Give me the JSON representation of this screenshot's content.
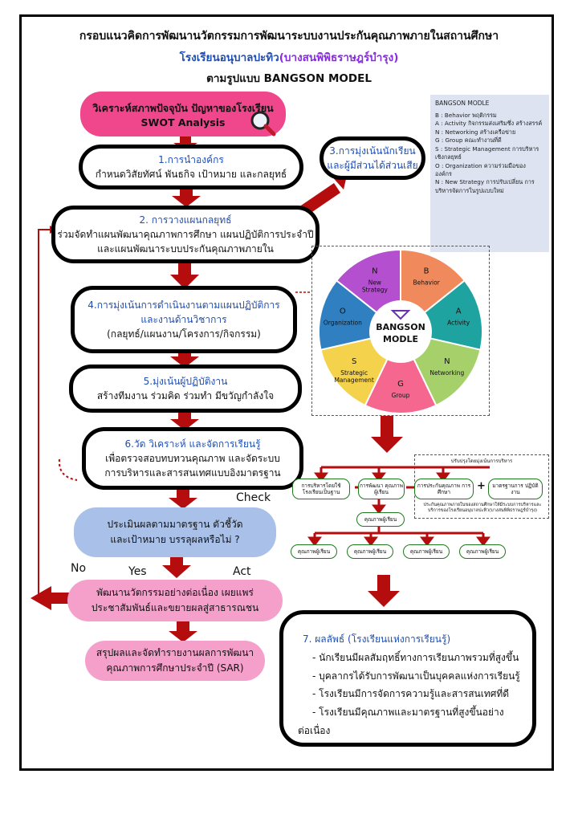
{
  "header": {
    "title": "กรอบแนวคิดการพัฒนานวัตกรรมการพัฒนาระบบงานประกันคุณภาพภายในสถานศึกษา",
    "school": "โรงเรียนอนุบาลปะทิว",
    "school_sub": "(บางสนพิพิธราษฎร์บำรุง)",
    "model_line": "ตามรูปแบบ BANGSON MODEL"
  },
  "swot": {
    "line1": "วิเคราะห์สภาพปัจจุบัน ปัญหาของโรงเรียน",
    "line2": "SWOT Analysis",
    "icon": "magnifier-icon"
  },
  "steps": {
    "s1": {
      "title": "1.การนำองค์กร",
      "body": "กำหนดวิสัยทัศน์ พันธกิจ เป้าหมาย และกลยุทธ์"
    },
    "s2": {
      "title": "2. การวางแผนกลยุทธ์",
      "body1": "ร่วมจัดทำแผนพัฒนาคุณภาพการศึกษา แผนปฏิบัติการประจำปี",
      "body2": "และแผนพัฒนาระบบประกันคุณภาพภายใน"
    },
    "s3": {
      "line1": "3.การมุ่งเน้นนักเรียน",
      "line2": "และผู้มีส่วนได้ส่วนเสีย"
    },
    "s4": {
      "line1": "4.การมุ่งเน้นการดำเนินงานตามแผนปฏิบัติการ",
      "line2": "และงานด้านวิชาการ",
      "line3": "(กลยุทธ์/แผนงาน/โครงการ/กิจกรรม)"
    },
    "s5": {
      "title": "5.มุ่งเน้นผู้ปฏิบัติงาน",
      "body": "สร้างทีมงาน ร่วมคิด ร่วมทำ มีขวัญกำลังใจ"
    },
    "s6": {
      "title": "6.วัด วิเคราะห์ และจัดการเรียนรู้",
      "body1": "เพื่อตรวจสอบทบทวนคุณภาพ และจัดระบบ",
      "body2": "การบริหารและสารสนเทศแบบอิงมาตรฐาน"
    }
  },
  "legend": {
    "title": "BANGSON MODLE",
    "items": [
      "B : Behavior พฤติกรรม",
      "A : Activity กิจกรรมส่งเสริมซึ่ง สร้างสรรค์",
      "N : Networking สร้างเครือข่าย",
      "G : Group คณะทำงานที่ดี",
      "S : Strategic Management การบริหารเชิงกลยุทธ์",
      "O : Organization ความร่วมมือของ องค์กร",
      "N : New Strategy การปรับเปลี่ยน การบริหารจัดการในรูปแบบใหม่"
    ]
  },
  "wheel": {
    "center1": "BANGSON",
    "center2": "MODLE",
    "segments": [
      {
        "letter": "B",
        "label": "Behavior",
        "color": "#f08a5d"
      },
      {
        "letter": "A",
        "label": "Activity",
        "color": "#1fa3a0"
      },
      {
        "letter": "N",
        "label": "Networking",
        "color": "#a6d16a"
      },
      {
        "letter": "G",
        "label": "Group",
        "color": "#f6678f"
      },
      {
        "letter": "S",
        "label": "Strategic Management",
        "color": "#f5d24b"
      },
      {
        "letter": "O",
        "label": "Organization",
        "color": "#2f7fc1"
      },
      {
        "letter": "N",
        "label": "New Strategy",
        "color": "#b44fcf"
      }
    ]
  },
  "labels": {
    "check": "Check",
    "no": "No",
    "yes": "Yes",
    "act": "Act"
  },
  "evaluate": {
    "line1": "ประเมินผลตามมาตรฐาน ตัวชี้วัด",
    "line2": "และเป้าหมาย บรรลุผลหรือไม่ ?"
  },
  "develop": {
    "line1": "พัฒนานวัตกรรมอย่างต่อเนื่อง เผยแพร่",
    "line2": "ประชาสัมพันธ์และขยายผลสู่สาธารณชน"
  },
  "summary": {
    "line1": "สรุปผลและจัดทำรายงานผลการพัฒนา",
    "line2": "คุณภาพการศึกษาประจำปี (SAR)"
  },
  "mini": {
    "top_note": "ปรับปรุงโดยมุ่งเน้นการบริหาร",
    "b1": "การบริหารโดยใช้ โรงเรียนเป็นฐาน",
    "b2": "การพัฒนา คุณภาพผู้เรียน",
    "b3": "การประกันคุณภาพ การศึกษา",
    "plus": "+",
    "b4": "มาตรฐานการ ปฏิบัติงาน",
    "note": "ประกันคุณภาพภายในของสถานศึกษาให้มีระบบการบริหารและบริการของโรงเรียนอนุบาลปะทิว(บางสนพิพิธราษฎร์บำรุง)",
    "mid": "คุณภาพผู้เรียน",
    "leaf": [
      "คุณภาพผู้เรียน",
      "คุณภาพผู้เรียน",
      "คุณภาพผู้เรียน",
      "คุณภาพผู้เรียน"
    ]
  },
  "result": {
    "title": "7. ผลลัพธ์ (โรงเรียนแห่งการเรียนรู้)",
    "items": [
      "- นักเรียนมีผลสัมฤทธิ์ทางการเรียนภาพรวมที่สูงขึ้น",
      "- บุคลากรได้รับการพัฒนาเป็นบุคคลแห่งการเรียนรู้",
      "- โรงเรียนมีการจัดการความรู้และสารสนเทศที่ดี",
      "- โรงเรียนมีคุณภาพและมาตรฐานที่สูงขึ้นอย่าง"
    ],
    "tail": "ต่อเนื่อง"
  }
}
